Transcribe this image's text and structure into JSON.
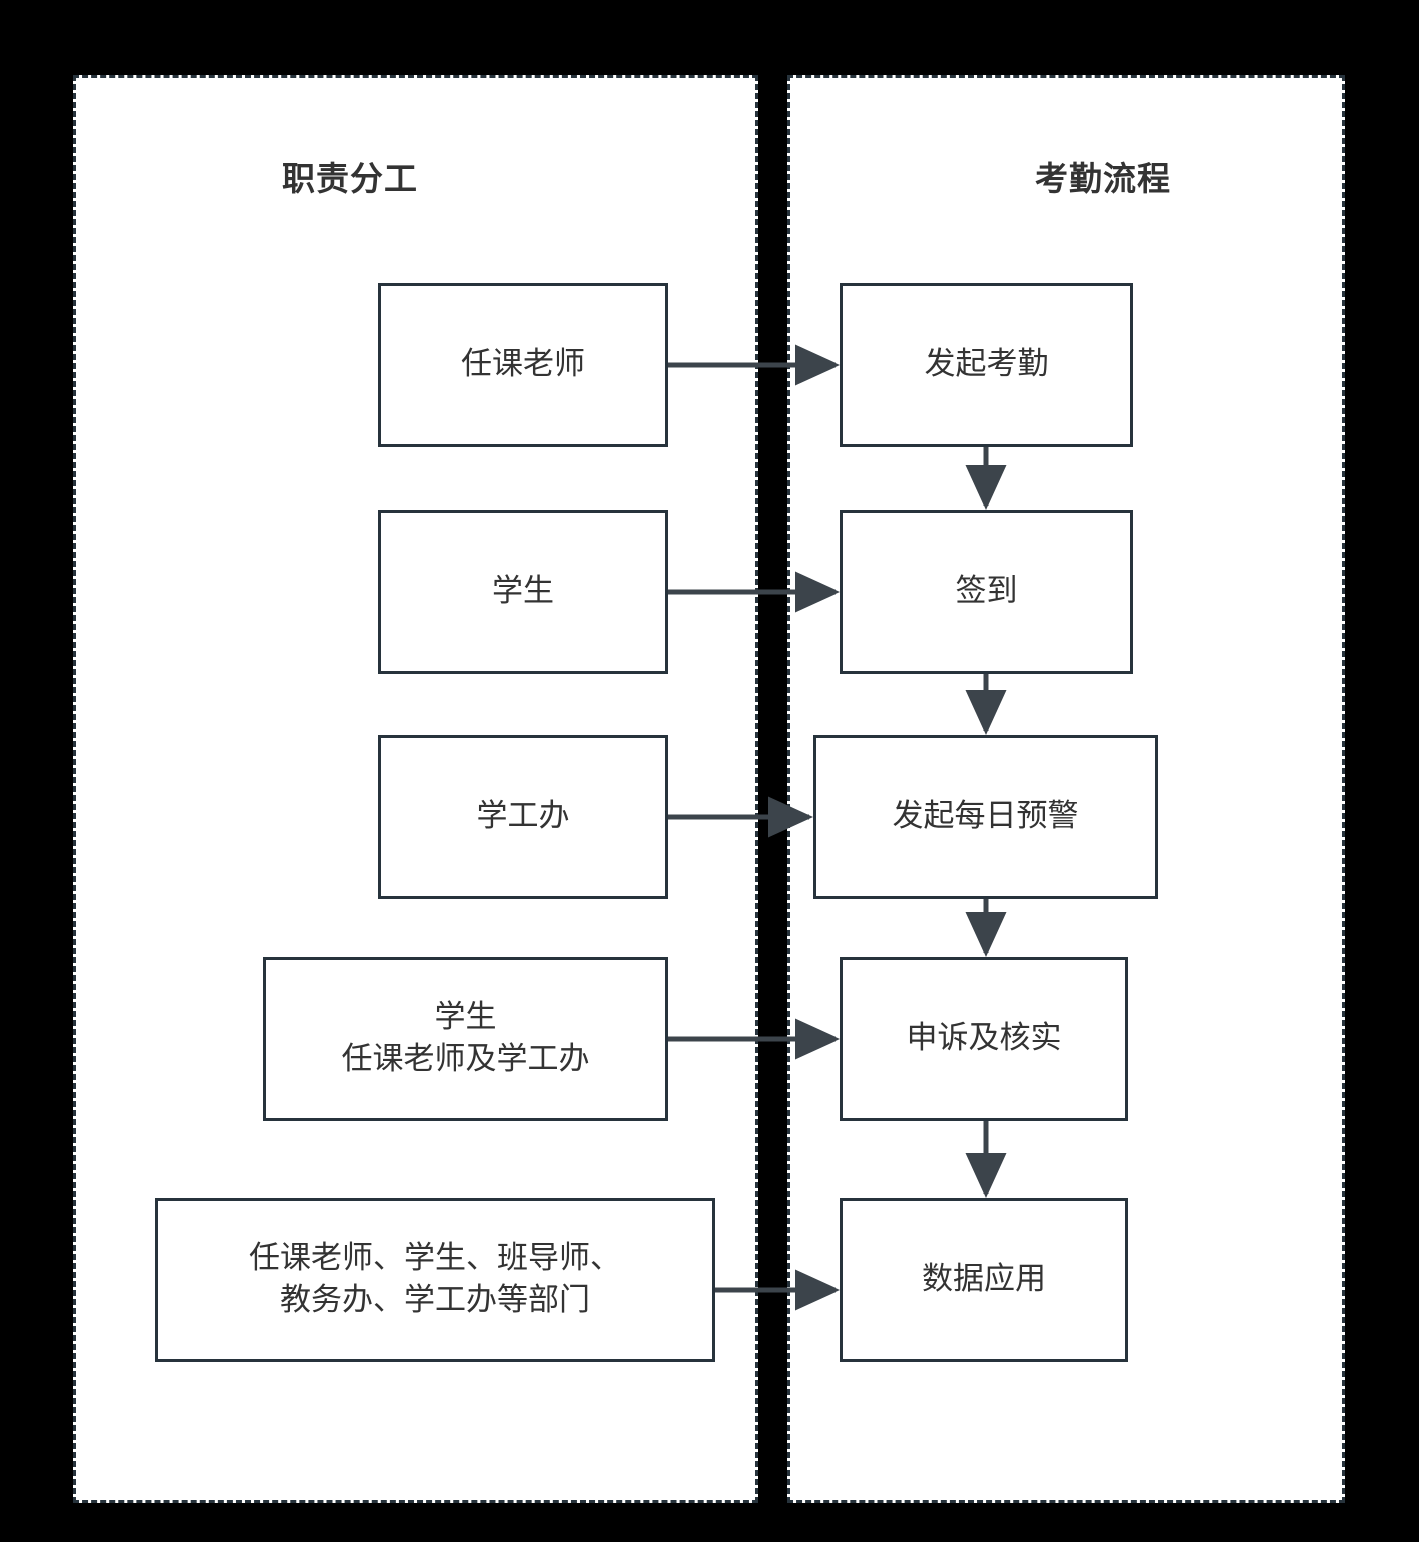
{
  "diagram": {
    "background_color": "#000000",
    "panel_background": "#ffffff",
    "border_color": "#27333c",
    "text_color": "#333333",
    "panels": [
      {
        "id": "responsibilities",
        "title": "职责分工"
      },
      {
        "id": "attendance-process",
        "title": "考勤流程"
      }
    ],
    "roles": [
      {
        "id": "l1",
        "label": "任课老师"
      },
      {
        "id": "l2",
        "label": "学生"
      },
      {
        "id": "l3",
        "label": "学工办"
      },
      {
        "id": "l4",
        "label": "学生\n任课老师及学工办"
      },
      {
        "id": "l5",
        "label": "任课老师、学生、班导师、\n教务办、学工办等部门"
      }
    ],
    "steps": [
      {
        "id": "r1",
        "label": "发起考勤"
      },
      {
        "id": "r2",
        "label": "签到"
      },
      {
        "id": "r3",
        "label": "发起每日预警"
      },
      {
        "id": "r4",
        "label": "申诉及核实"
      },
      {
        "id": "r5",
        "label": "数据应用"
      }
    ],
    "cross_links": [
      {
        "from": "l1",
        "to": "r1"
      },
      {
        "from": "l2",
        "to": "r2"
      },
      {
        "from": "l3",
        "to": "r3"
      },
      {
        "from": "l4",
        "to": "r4"
      },
      {
        "from": "l5",
        "to": "r5"
      }
    ],
    "flow_links": [
      {
        "from": "r1",
        "to": "r2"
      },
      {
        "from": "r2",
        "to": "r3"
      },
      {
        "from": "r3",
        "to": "r4"
      },
      {
        "from": "r4",
        "to": "r5"
      }
    ]
  }
}
